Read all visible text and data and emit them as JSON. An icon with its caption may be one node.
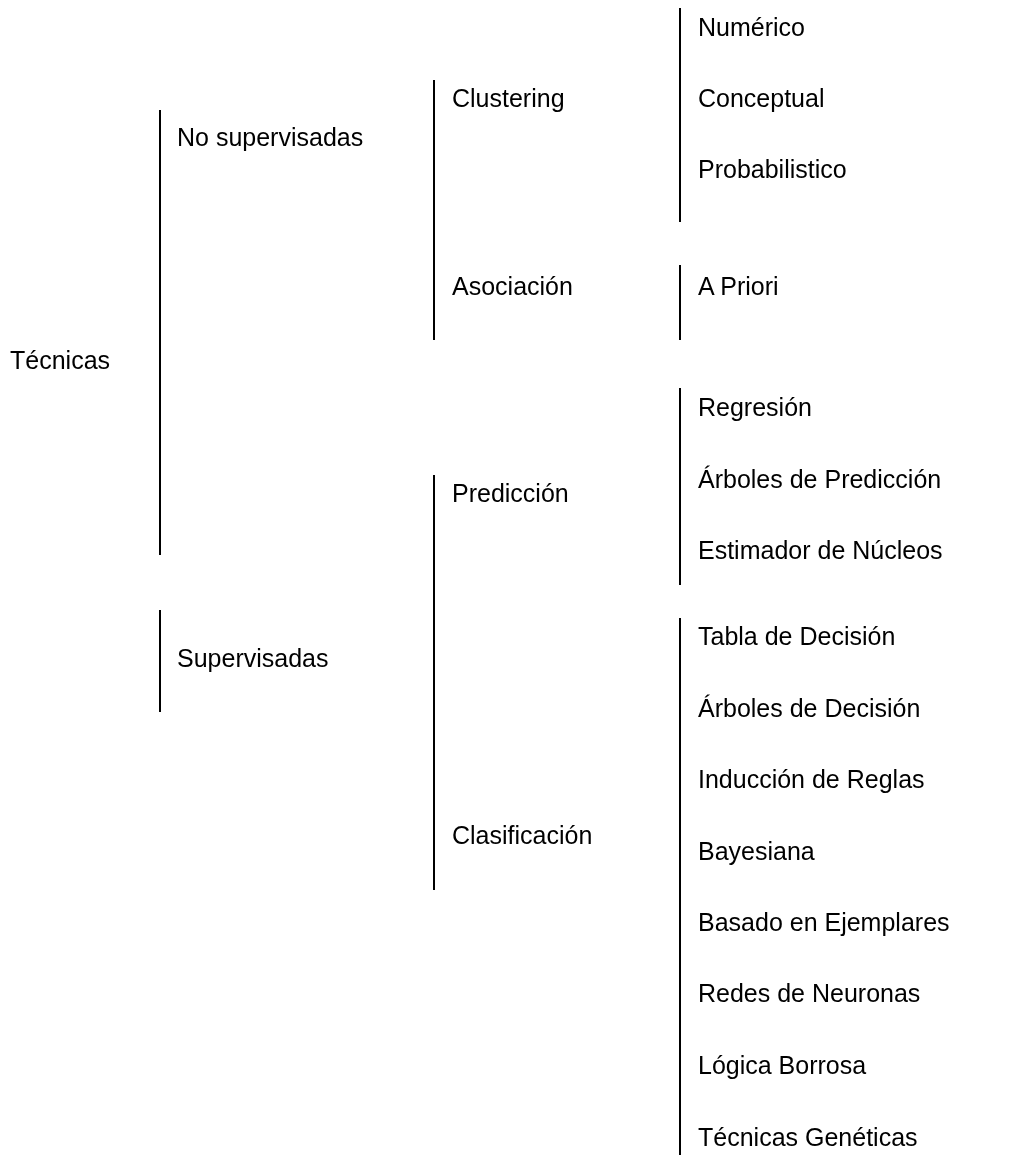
{
  "diagram": {
    "labels": [
      "Técnicas",
      "No supervisadas",
      "Clustering",
      "Numérico",
      "Conceptual",
      "Probabilistico",
      "Asociación",
      "A Priori",
      "Supervisadas",
      "Predicción",
      "Regresión",
      "Árboles de Predicción",
      "Estimador de Núcleos",
      "Clasificación",
      "Tabla de Decisión",
      "Árboles de Decisión",
      "Inducción de Reglas",
      "Bayesiana",
      "Basado en Ejemplares",
      "Redes de Neuronas",
      "Lógica Borrosa",
      "Técnicas Genéticas"
    ]
  }
}
